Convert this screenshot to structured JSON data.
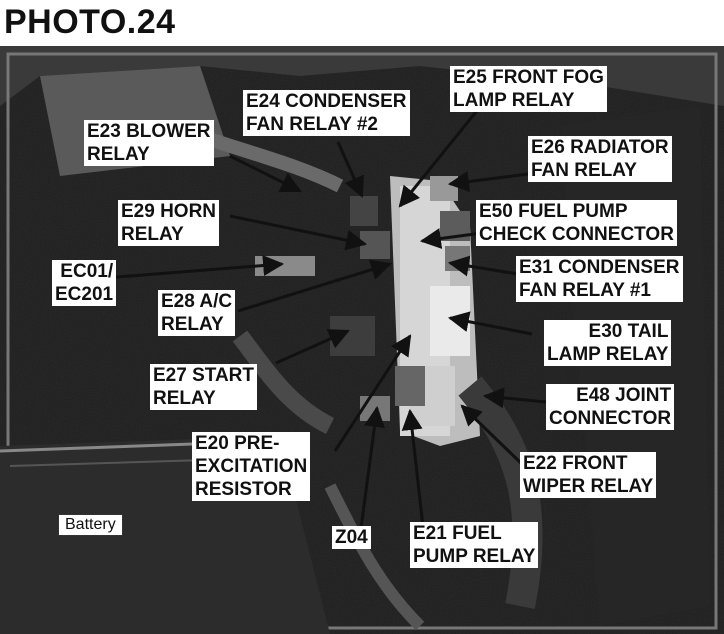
{
  "title": "PHOTO.24",
  "labels": {
    "e23": "E23 BLOWER\nRELAY",
    "e24": "E24 CONDENSER\nFAN RELAY #2",
    "e25": "E25 FRONT FOG\nLAMP RELAY",
    "e26": "E26 RADIATOR\nFAN RELAY",
    "e29": "E29 HORN\nRELAY",
    "e50": "E50 FUEL PUMP\nCHECK CONNECTOR",
    "ec01": "EC01/\nEC201",
    "e31": "E31 CONDENSER\nFAN RELAY #1",
    "e28": "E28 A/C\nRELAY",
    "e30": "E30 TAIL\nLAMP RELAY",
    "e27": "E27 START\nRELAY",
    "e48": "E48 JOINT\nCONNECTOR",
    "e20": "E20 PRE-\nEXCITATION\nRESISTOR",
    "e22": "E22 FRONT\nWIPER RELAY",
    "z04": "Z04",
    "e21": "E21 FUEL\nPUMP RELAY",
    "battery": "Battery"
  }
}
